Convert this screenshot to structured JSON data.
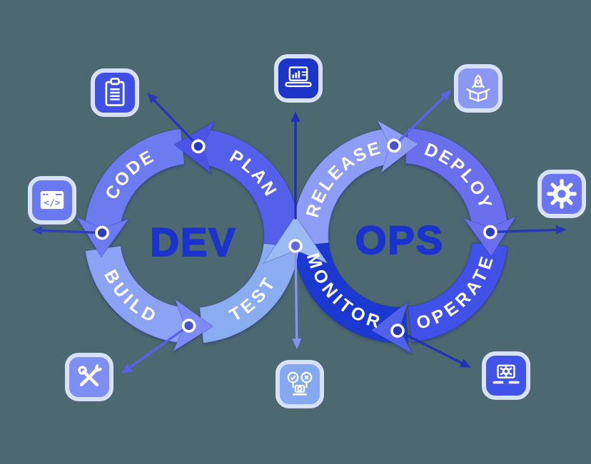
{
  "page": {
    "background": "#4C6972"
  },
  "diagram": {
    "left_title": "DEV",
    "right_title": "OPS",
    "title_color": "#1C32CC",
    "label_color": "#FFFFFF",
    "segments": [
      {
        "id": "plan",
        "label": "PLAN",
        "band": "#5560EA",
        "chevron": "#4B54E7",
        "connector": "#2838B9",
        "node": "#2838B9"
      },
      {
        "id": "code",
        "label": "CODE",
        "band": "#6D7BF0",
        "chevron": "#6D7BF0",
        "connector": "#2F3FB2",
        "node": "#2F3FB2"
      },
      {
        "id": "build",
        "label": "BUILD",
        "band": "#8CA2F5",
        "chevron": "#7E8BF2",
        "connector": "#5A60E9",
        "node": "#4A52C8"
      },
      {
        "id": "test",
        "label": "TEST",
        "band": "#8AADF2",
        "chevron": "#9CBAF6",
        "connector": "#8691F3",
        "node": "#5F6AD6"
      },
      {
        "id": "release",
        "label": "RELEASE",
        "band": "#8D9CF4",
        "chevron": "#8D9CF4",
        "connector": "#1F30B2",
        "node": "#4953C9"
      },
      {
        "id": "deploy",
        "label": "DEPLOY",
        "band": "#696FED",
        "chevron": "#696FED",
        "connector": "#5A63EA",
        "node": "#2E3DB6"
      },
      {
        "id": "operate",
        "label": "OPERATE",
        "band": "#4150E6",
        "chevron": "#5161EA",
        "connector": "#2438B8",
        "node": "#2438B8"
      },
      {
        "id": "monitor",
        "label": "MONITOR",
        "band": "#1B38D1",
        "chevron": null,
        "connector": "#2134B3",
        "node": "#2134B3"
      }
    ],
    "icons": [
      {
        "id": "plan-icon",
        "glyph": "clipboard",
        "bg": "#3F51E5",
        "border": "#D7E2FA"
      },
      {
        "id": "code-icon",
        "glyph": "code-window",
        "bg": "#6B79F0",
        "border": "#D7E2FA"
      },
      {
        "id": "build-icon",
        "glyph": "tools",
        "bg": "#7F8EF2",
        "border": "#D7E2FA"
      },
      {
        "id": "release-icon",
        "glyph": "laptop-chart",
        "bg": "#1C35C8",
        "border": "#D7E2FA"
      },
      {
        "id": "test-icon",
        "glyph": "test-flow",
        "bg": "#84A9F0",
        "border": "#D7E2FA"
      },
      {
        "id": "deploy-icon",
        "glyph": "rocket-box",
        "bg": "#8A97F3",
        "border": "#D7E2FA"
      },
      {
        "id": "operate-icon",
        "glyph": "gear",
        "bg": "#6A76F0",
        "border": "#D7E2FA"
      },
      {
        "id": "monitor-icon",
        "glyph": "laptop-gear",
        "bg": "#4152E6",
        "border": "#D7E2FA"
      }
    ]
  }
}
